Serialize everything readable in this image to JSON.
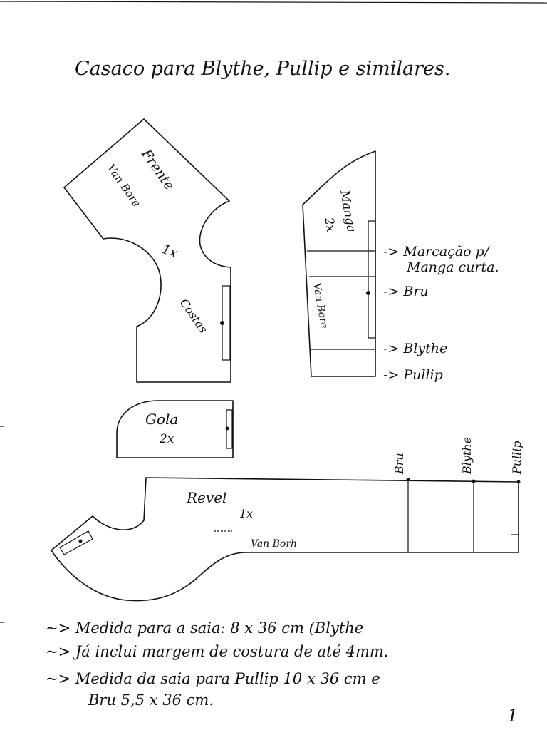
{
  "title": "Casaco para Blythe, Pullip e similares.",
  "pieces": {
    "frente": {
      "name": "Frente",
      "brand": "Van Bore",
      "qty": "1x",
      "back_label": "Costas"
    },
    "manga": {
      "name": "Manga",
      "qty": "2x",
      "brand": "Van Bore"
    },
    "gola": {
      "name": "Gola",
      "qty": "2x"
    },
    "revel": {
      "name": "Revel",
      "qty": "1x",
      "brand": "Van Borh"
    }
  },
  "manga_marks": {
    "marcacao_line1": "-> Marcação p/",
    "marcacao_line2": "Manga curta.",
    "bru": "-> Bru",
    "blythe": "-> Blythe",
    "pullip": "-> Pullip"
  },
  "revel_marks": {
    "bru": "Bru",
    "blythe": "Blythe",
    "pullip": "Pullip"
  },
  "notes": [
    "~> Medida para a saia:  8 x 36 cm (Blythe",
    "~> Já inclui margem de costura de até 4mm.",
    "~> Medida da saia para Pullip 10 x 36 cm e",
    "Bru 5,5 x 36 cm."
  ],
  "page_number": "1"
}
